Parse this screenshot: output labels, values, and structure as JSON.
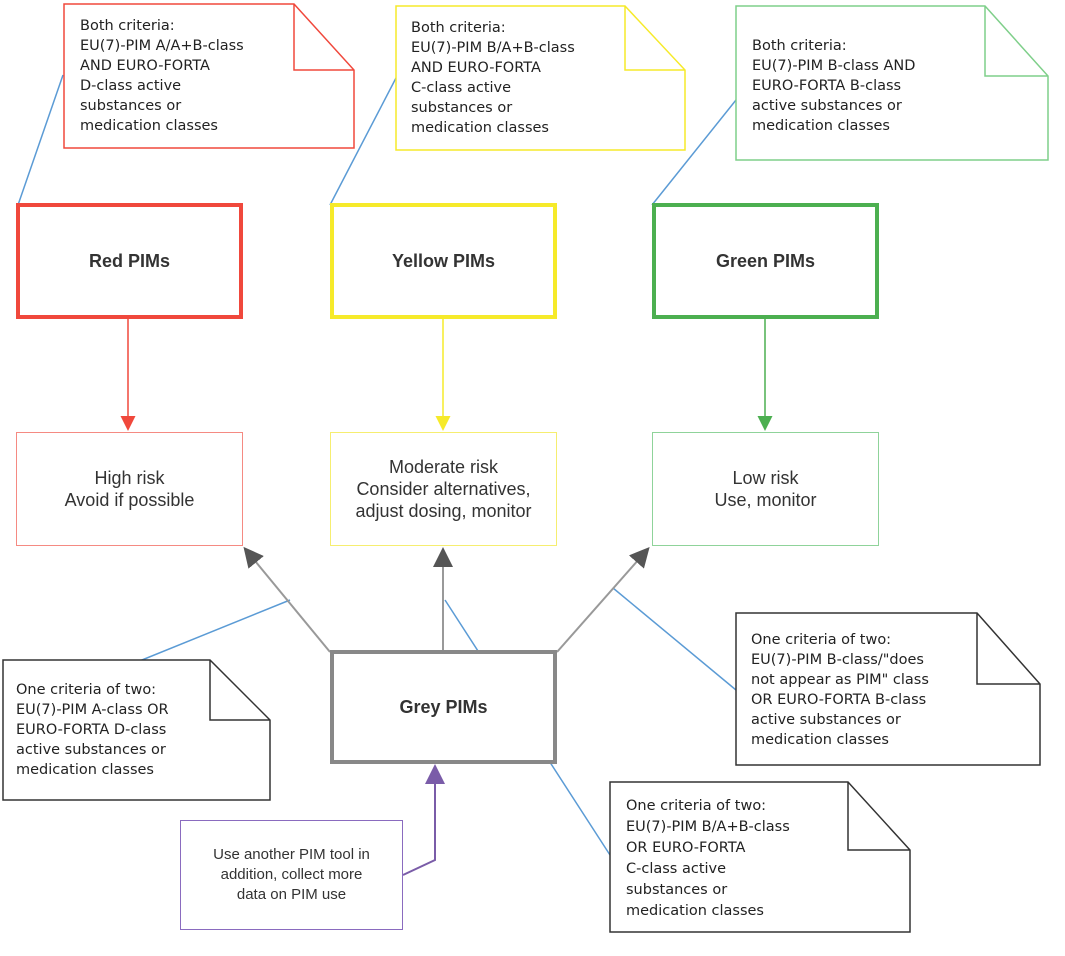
{
  "colors": {
    "red": "#f0483c",
    "yellow": "#f6ea2a",
    "green": "#4caf50",
    "grey": "#777777",
    "purple": "#8a6bbf",
    "connector": "#5b9bd5"
  },
  "categories": [
    {
      "title": "Red PIMs",
      "result": "High risk\nAvoid if possible",
      "criteria": "Both criteria:\nEU(7)-PIM A/A+B-class\nAND EURO-FORTA\nD-class active\nsubstances or\nmedication classes"
    },
    {
      "title": "Yellow PIMs",
      "result": "Moderate risk\nConsider alternatives,\nadjust dosing, monitor",
      "criteria": "Both criteria:\nEU(7)-PIM B/A+B-class\nAND EURO-FORTA\nC-class active\nsubstances or\nmedication classes"
    },
    {
      "title": "Green PIMs",
      "result": "Low risk\nUse, monitor",
      "criteria": "Both criteria:\nEU(7)-PIM B-class AND\nEURO-FORTA B-class\nactive substances or\nmedication classes"
    }
  ],
  "grey": {
    "title": "Grey PIMs",
    "action": "Use another PIM tool in\naddition, collect more\ndata on PIM use",
    "criteria_red": "One criteria of two:\nEU(7)-PIM A-class OR\nEURO-FORTA D-class\nactive substances or\nmedication classes",
    "criteria_green": "One criteria of two:\nEU(7)-PIM B-class/\"does\nnot appear as PIM\" class\nOR EURO-FORTA B-class\nactive substances or\nmedication classes",
    "criteria_yellow": "One criteria of two:\nEU(7)-PIM B/A+B-class\nOR EURO-FORTA\nC-class active\nsubstances or\nmedication classes"
  }
}
